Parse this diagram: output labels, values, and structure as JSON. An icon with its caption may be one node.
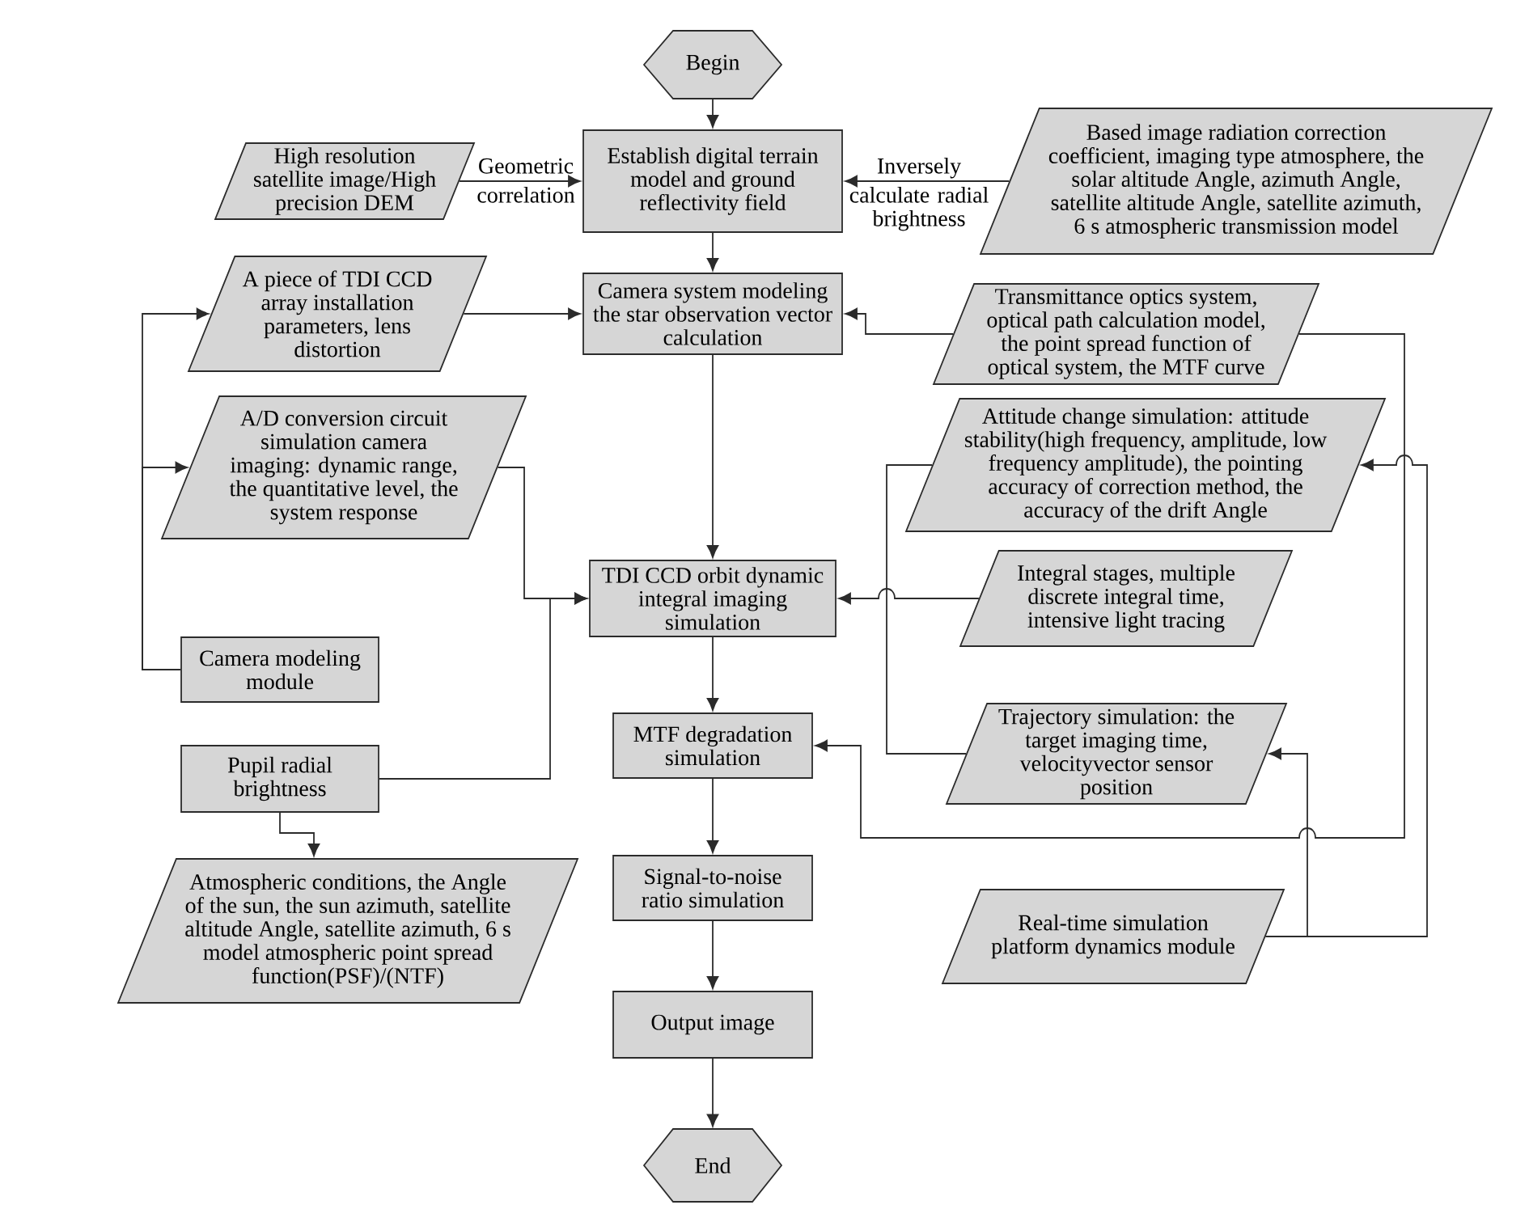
{
  "diagram": {
    "nodes": [
      {
        "text": [
          "Begin"
        ]
      },
      {
        "text": [
          "Establish digital terrain model and ground reflectivity field"
        ]
      },
      {
        "text": [
          "High resolution satellite image/High precision DEM"
        ]
      },
      {
        "text": [
          "Based image radiation correction coefficient, imaging type atmosphere, the solar altitude Angle, azimuth Angle, satellite altitude Angle, satellite azimuth, 6 s atmospheric transmission model"
        ]
      },
      {
        "text": [
          "A piece of TDI CCD array installation parameters, lens distortion"
        ]
      },
      {
        "text": [
          "Camera system modeling the star observation vector calculation"
        ]
      },
      {
        "text": [
          "Transmittance optics system, optical path calculation model, the point spread function of optical system, the MTF curve"
        ]
      },
      {
        "text": [
          "A/D conversion circuit simulation camera imaging: dynamic range, the quantitative level, the system response"
        ]
      },
      {
        "text": [
          "Attitude change simulation: attitude stability(high frequency, amplitude, low frequency amplitude), the pointing accuracy of correction method, the accuracy of the drift Angle"
        ]
      },
      {
        "text": [
          "TDI CCD orbit dynamic integral imaging simulation"
        ]
      },
      {
        "text": [
          "Integral stages, multiple discrete integral time, intensive light tracing"
        ]
      },
      {
        "text": [
          "Camera modeling module"
        ]
      },
      {
        "text": [
          "Trajectory simulation: the target imaging time, velocityvector sensor position"
        ]
      },
      {
        "text": [
          "MTF degradation simulation"
        ]
      },
      {
        "text": [
          "Pupil radial brightness"
        ]
      },
      {
        "text": [
          "Signal-to-noise ratio simulation"
        ]
      },
      {
        "text": [
          "Atmospheric conditions, the Angle of the sun, the sun azimuth, satellite altitude Angle, satellite azimuth, 6 s model atmospheric point spread function(PSF)/(NTF)"
        ]
      },
      {
        "text": [
          "Real-time simulation platform dynamics module"
        ]
      },
      {
        "text": [
          "Output image"
        ]
      },
      {
        "text": [
          "End"
        ]
      }
    ],
    "edges": [
      {
        "from": 0,
        "to": 1,
        "arrow": "to"
      },
      {
        "from": 2,
        "to": 1,
        "arrow": "to",
        "label": "Geometric correlation"
      },
      {
        "from": 3,
        "to": 1,
        "arrow": "to",
        "label": "Inversely calculate radial brightness"
      },
      {
        "from": 1,
        "to": 5,
        "arrow": "to"
      },
      {
        "from": 4,
        "to": 5,
        "arrow": "to"
      },
      {
        "from": 6,
        "to": 5,
        "arrow": "to"
      },
      {
        "from": 5,
        "to": 9,
        "arrow": "to"
      },
      {
        "from": 11,
        "to": 4,
        "arrow": "to"
      },
      {
        "from": 11,
        "to": 7,
        "arrow": "to"
      },
      {
        "from": 7,
        "to": 9,
        "arrow": "to"
      },
      {
        "from": 14,
        "to": 9,
        "arrow": "to"
      },
      {
        "from": 10,
        "to": 9,
        "arrow": "to"
      },
      {
        "from": 8,
        "to": 12,
        "arrow": "none"
      },
      {
        "from": 6,
        "to": 13,
        "arrow": "to"
      },
      {
        "from": 17,
        "to": 8,
        "arrow": "to"
      },
      {
        "from": 17,
        "to": 12,
        "arrow": "to"
      },
      {
        "from": 14,
        "to": 16,
        "arrow": "to"
      },
      {
        "from": 9,
        "to": 13,
        "arrow": "to"
      },
      {
        "from": 13,
        "to": 15,
        "arrow": "to"
      },
      {
        "from": 15,
        "to": 18,
        "arrow": "to"
      },
      {
        "from": 18,
        "to": 19,
        "arrow": "to"
      }
    ]
  }
}
